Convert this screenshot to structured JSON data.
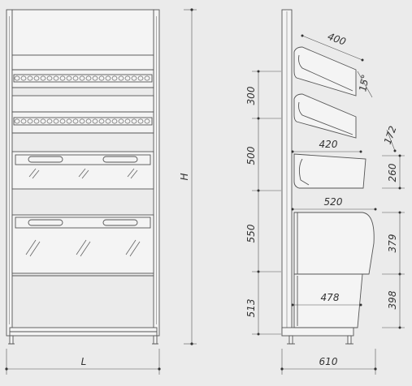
{
  "front": {
    "width_label": "L",
    "height_label": "H"
  },
  "side": {
    "shelf_depths": [
      "400",
      "420",
      "520",
      "478"
    ],
    "tilt_label": "15°",
    "left_spacings": [
      "300",
      "500",
      "550",
      "513"
    ],
    "right_dims": [
      "172",
      "260",
      "379",
      "398"
    ],
    "total_depth": "610"
  }
}
